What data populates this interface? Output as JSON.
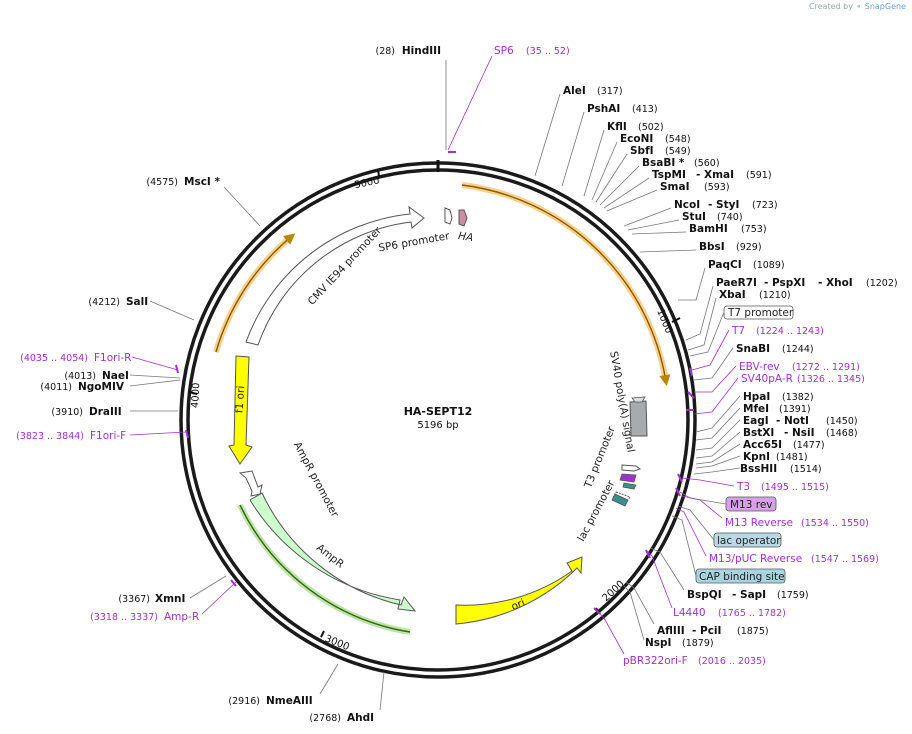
{
  "credit": {
    "prefix": "Created by",
    "brand": "SnapGene"
  },
  "plasmid": {
    "name": "HA-SEPT12",
    "length": "5196 bp"
  },
  "ticks": [
    "1000",
    "2000",
    "3000",
    "4000",
    "5000"
  ],
  "sites": [
    {
      "name": "HindIII",
      "pos": "(28)"
    },
    {
      "name": "AleI",
      "pos": "(317)"
    },
    {
      "name": "PshAI",
      "pos": "(413)"
    },
    {
      "name": "KflI",
      "pos": "(502)"
    },
    {
      "name": "EcoNI",
      "pos": "(548)"
    },
    {
      "name": "SbfI",
      "pos": "(549)"
    },
    {
      "name": "BsaBI *",
      "pos": "(560)"
    },
    {
      "name": "TspMI",
      "pos": ""
    },
    {
      "name": "- XmaI",
      "pos": "(591)"
    },
    {
      "name": "SmaI",
      "pos": "(593)"
    },
    {
      "name": "NcoI",
      "pos": ""
    },
    {
      "name": "- StyI",
      "pos": "(723)"
    },
    {
      "name": "StuI",
      "pos": "(740)"
    },
    {
      "name": "BamHI",
      "pos": "(753)"
    },
    {
      "name": "BbsI",
      "pos": "(929)"
    },
    {
      "name": "PaqCI",
      "pos": "(1089)"
    },
    {
      "name": "PaeR7I",
      "pos": ""
    },
    {
      "name": "- PspXI",
      "pos": ""
    },
    {
      "name": "- XhoI",
      "pos": "(1202)"
    },
    {
      "name": "XbaI",
      "pos": "(1210)"
    },
    {
      "name": "SnaBI",
      "pos": "(1244)"
    },
    {
      "name": "HpaI",
      "pos": "(1382)"
    },
    {
      "name": "MfeI",
      "pos": "(1391)"
    },
    {
      "name": "EagI",
      "pos": ""
    },
    {
      "name": "- NotI",
      "pos": "(1450)"
    },
    {
      "name": "BstXI",
      "pos": ""
    },
    {
      "name": "- NsiI",
      "pos": "(1468)"
    },
    {
      "name": "Acc65I",
      "pos": "(1477)"
    },
    {
      "name": "KpnI",
      "pos": "(1481)"
    },
    {
      "name": "BssHII",
      "pos": "(1514)"
    },
    {
      "name": "BspQI",
      "pos": ""
    },
    {
      "name": "- SapI",
      "pos": "(1759)"
    },
    {
      "name": "AflIII",
      "pos": ""
    },
    {
      "name": "- PciI",
      "pos": "(1875)"
    },
    {
      "name": "NspI",
      "pos": "(1879)"
    },
    {
      "name": "AhdI",
      "pos": "(2768)"
    },
    {
      "name": "NmeAIII",
      "pos": "(2916)"
    },
    {
      "name": "XmnI",
      "pos": "(3367)"
    },
    {
      "name": "DraIII",
      "pos": "(3910)"
    },
    {
      "name": "NgoMIV",
      "pos": "(4011)"
    },
    {
      "name": "NaeI",
      "pos": "(4013)"
    },
    {
      "name": "SalI",
      "pos": "(4212)"
    },
    {
      "name": "MscI *",
      "pos": "(4575)"
    }
  ],
  "primers": [
    {
      "name": "SP6",
      "pos": "(35 .. 52)"
    },
    {
      "name": "T7",
      "pos": "(1224 .. 1243)"
    },
    {
      "name": "EBV-rev",
      "pos": "(1272 .. 1291)"
    },
    {
      "name": "SV40pA-R",
      "pos": "(1326 .. 1345)"
    },
    {
      "name": "T3",
      "pos": "(1495 .. 1515)"
    },
    {
      "name": "M13 Reverse",
      "pos": "(1534 .. 1550)"
    },
    {
      "name": "M13/pUC Reverse",
      "pos": "(1547 .. 1569)"
    },
    {
      "name": "L4440",
      "pos": "(1765 .. 1782)"
    },
    {
      "name": "pBR322ori-F",
      "pos": "(2016 .. 2035)"
    },
    {
      "name": "Amp-R",
      "pos": "(3318 .. 3337)"
    },
    {
      "name": "F1ori-F",
      "pos": "(3823 .. 3844)"
    },
    {
      "name": "F1ori-R",
      "pos": "(4035 .. 4054)"
    }
  ],
  "boxed_labels": [
    {
      "name": "T7 promoter",
      "color": "#ffffff"
    },
    {
      "name": "M13 rev",
      "color": "#d9a0e8"
    },
    {
      "name": "lac operator",
      "color": "#b9d9e6"
    },
    {
      "name": "CAP binding site",
      "color": "#a8d4e0"
    }
  ],
  "features": [
    {
      "name": "CMV IE94 promoter",
      "color": "#ffffff"
    },
    {
      "name": "SP6 promoter",
      "color": "#ffffff"
    },
    {
      "name": "HA",
      "color": "#c98ea4"
    },
    {
      "name": "SV40 poly(A) signal",
      "color": "#a7abae"
    },
    {
      "name": "T3 promoter",
      "color": "#ffffff"
    },
    {
      "name": "lac promoter",
      "color": "#ffffff"
    },
    {
      "name": "ori",
      "color": "#ffff00"
    },
    {
      "name": "AmpR",
      "color": "#ccffcc"
    },
    {
      "name": "AmpR promoter",
      "color": "#ffffff"
    },
    {
      "name": "f1 ori",
      "color": "#ffff00"
    }
  ]
}
